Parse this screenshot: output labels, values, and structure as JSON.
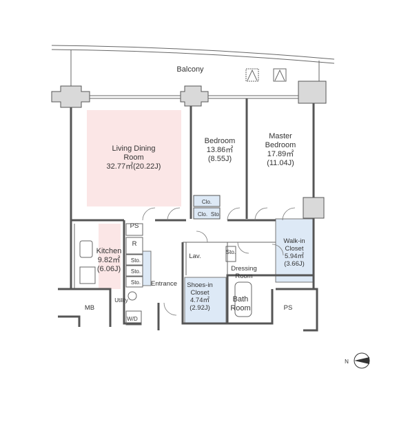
{
  "floorplan": {
    "balcony": "Balcony",
    "living": {
      "name_line1": "Living Dining",
      "name_line2": "Room",
      "area": "32.77㎡(20.22J)"
    },
    "bedroom": {
      "name": "Bedroom",
      "area": "13.86㎡",
      "jo": "(8.55J)"
    },
    "master": {
      "name_line1": "Master",
      "name_line2": "Bedroom",
      "area": "17.89㎡",
      "jo": "(11.04J)"
    },
    "kitchen": {
      "name": "Kitchen",
      "area": "9.82㎡",
      "jo": "(6.06J)"
    },
    "walkin": {
      "name_line1": "Walk-in",
      "name_line2": "Closet",
      "area": "5.94㎡",
      "jo": "(3.66J)"
    },
    "shoes": {
      "name_line1": "Shoes-in",
      "name_line2": "Closet",
      "area": "4.74㎡",
      "jo": "(2.92J)"
    },
    "dressing": {
      "name_line1": "Dressing",
      "name_line2": "Room"
    },
    "bath": {
      "name_line1": "Bath",
      "name_line2": "Room"
    },
    "labels": {
      "clo1": "Clo.",
      "clo2": "Clo.",
      "sto_clo": "Sto.",
      "ps_kitchen": "PS",
      "fridge": "R",
      "sto1": "Sto.",
      "sto2": "Sto.",
      "sto3": "Sto.",
      "lav": "Lav.",
      "sto_lav": "Sto.",
      "entrance": "Entrance",
      "utility": "Utility",
      "wd": "W/D",
      "mb": "MB",
      "ps_right": "PS"
    },
    "colors": {
      "living": "#fbe6e6",
      "closet": "#dde9f6",
      "wall": "#555555",
      "column": "#d9d9d9"
    }
  }
}
